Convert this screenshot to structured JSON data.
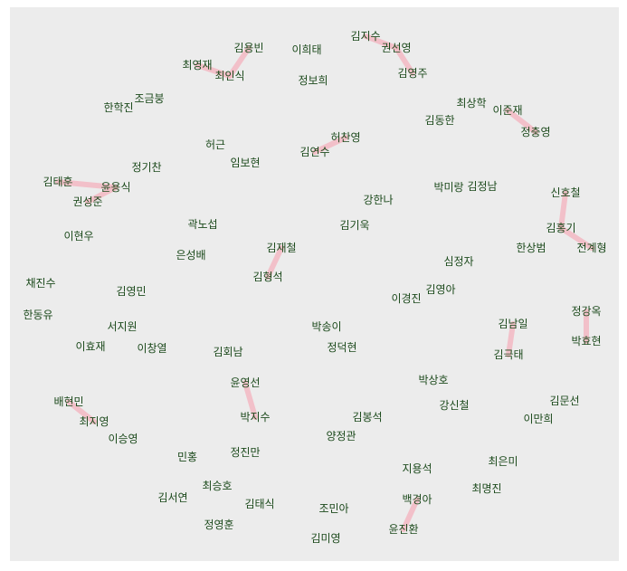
{
  "graph": {
    "nodes": [
      {
        "id": "김지수",
        "label": "김지수"
      },
      {
        "id": "권선영",
        "label": "권선영"
      },
      {
        "id": "김영주",
        "label": "김영주"
      },
      {
        "id": "김용빈",
        "label": "김용빈"
      },
      {
        "id": "이희태",
        "label": "이희태"
      },
      {
        "id": "최영재",
        "label": "최영재"
      },
      {
        "id": "최인식",
        "label": "최인식"
      },
      {
        "id": "정보희",
        "label": "정보희"
      },
      {
        "id": "조금붕",
        "label": "조금붕"
      },
      {
        "id": "한학진",
        "label": "한학진"
      },
      {
        "id": "최상학",
        "label": "최상학"
      },
      {
        "id": "이준재",
        "label": "이준재"
      },
      {
        "id": "김동한",
        "label": "김동한"
      },
      {
        "id": "정충영",
        "label": "정충영"
      },
      {
        "id": "허찬영",
        "label": "허찬영"
      },
      {
        "id": "김연수",
        "label": "김연수"
      },
      {
        "id": "허근",
        "label": "허근"
      },
      {
        "id": "임보현",
        "label": "임보현"
      },
      {
        "id": "정기찬",
        "label": "정기찬"
      },
      {
        "id": "김태훈",
        "label": "김태훈"
      },
      {
        "id": "윤용식",
        "label": "윤용식"
      },
      {
        "id": "권성준",
        "label": "권성준"
      },
      {
        "id": "이현우",
        "label": "이현우"
      },
      {
        "id": "박미랑",
        "label": "박미랑"
      },
      {
        "id": "김정남",
        "label": "김정남"
      },
      {
        "id": "강한나",
        "label": "강한나"
      },
      {
        "id": "신호철",
        "label": "신호철"
      },
      {
        "id": "곽노섭",
        "label": "곽노섭"
      },
      {
        "id": "김기욱",
        "label": "김기욱"
      },
      {
        "id": "김홍기",
        "label": "김홍기"
      },
      {
        "id": "은성배",
        "label": "은성배"
      },
      {
        "id": "김재철",
        "label": "김재철"
      },
      {
        "id": "한상범",
        "label": "한상범"
      },
      {
        "id": "전계형",
        "label": "전계형"
      },
      {
        "id": "심정자",
        "label": "심정자"
      },
      {
        "id": "김형석",
        "label": "김형석"
      },
      {
        "id": "채진수",
        "label": "채진수"
      },
      {
        "id": "김영민",
        "label": "김영민"
      },
      {
        "id": "김영아",
        "label": "김영아"
      },
      {
        "id": "이경진",
        "label": "이경진"
      },
      {
        "id": "정강옥",
        "label": "정강옥"
      },
      {
        "id": "한동유",
        "label": "한동유"
      },
      {
        "id": "서지원",
        "label": "서지원"
      },
      {
        "id": "박송이",
        "label": "박송이"
      },
      {
        "id": "김남일",
        "label": "김남일"
      },
      {
        "id": "이효재",
        "label": "이효재"
      },
      {
        "id": "이창열",
        "label": "이창열"
      },
      {
        "id": "정덕현",
        "label": "정덕현"
      },
      {
        "id": "박효현",
        "label": "박효현"
      },
      {
        "id": "김회남",
        "label": "김회남"
      },
      {
        "id": "김극태",
        "label": "김극태"
      },
      {
        "id": "박상호",
        "label": "박상호"
      },
      {
        "id": "윤영선",
        "label": "윤영선"
      },
      {
        "id": "김문선",
        "label": "김문선"
      },
      {
        "id": "배현민",
        "label": "배현민"
      },
      {
        "id": "강신철",
        "label": "강신철"
      },
      {
        "id": "박지수",
        "label": "박지수"
      },
      {
        "id": "김봉석",
        "label": "김봉석"
      },
      {
        "id": "이만희",
        "label": "이만희"
      },
      {
        "id": "최지영",
        "label": "최지영"
      },
      {
        "id": "이승영",
        "label": "이승영"
      },
      {
        "id": "양정관",
        "label": "양정관"
      },
      {
        "id": "정진만",
        "label": "정진만"
      },
      {
        "id": "최은미",
        "label": "최은미"
      },
      {
        "id": "민홍",
        "label": "민홍"
      },
      {
        "id": "지용석",
        "label": "지용석"
      },
      {
        "id": "최명진",
        "label": "최명진"
      },
      {
        "id": "최승호",
        "label": "최승호"
      },
      {
        "id": "김서연",
        "label": "김서연"
      },
      {
        "id": "김태식",
        "label": "김태식"
      },
      {
        "id": "백경아",
        "label": "백경아"
      },
      {
        "id": "조민아",
        "label": "조민아"
      },
      {
        "id": "정영훈",
        "label": "정영훈"
      },
      {
        "id": "윤진환",
        "label": "윤진환"
      },
      {
        "id": "김미영",
        "label": "김미영"
      }
    ],
    "edges": [
      {
        "source": "김지수",
        "target": "권선영"
      },
      {
        "source": "권선영",
        "target": "김영주"
      },
      {
        "source": "최영재",
        "target": "최인식"
      },
      {
        "source": "김용빈",
        "target": "최인식"
      },
      {
        "source": "이준재",
        "target": "정충영"
      },
      {
        "source": "허찬영",
        "target": "김연수"
      },
      {
        "source": "김태훈",
        "target": "윤용식"
      },
      {
        "source": "윤용식",
        "target": "권성준"
      },
      {
        "source": "신호철",
        "target": "김홍기"
      },
      {
        "source": "김홍기",
        "target": "전계형"
      },
      {
        "source": "김재철",
        "target": "김형석"
      },
      {
        "source": "정강옥",
        "target": "박효현"
      },
      {
        "source": "김남일",
        "target": "김극태"
      },
      {
        "source": "윤영선",
        "target": "박지수"
      },
      {
        "source": "배현민",
        "target": "최지영"
      },
      {
        "source": "백경아",
        "target": "윤진환"
      }
    ],
    "colors": {
      "panel": "#ececec",
      "edge": "#f4b9c3",
      "label": "#1c4a1c"
    }
  }
}
